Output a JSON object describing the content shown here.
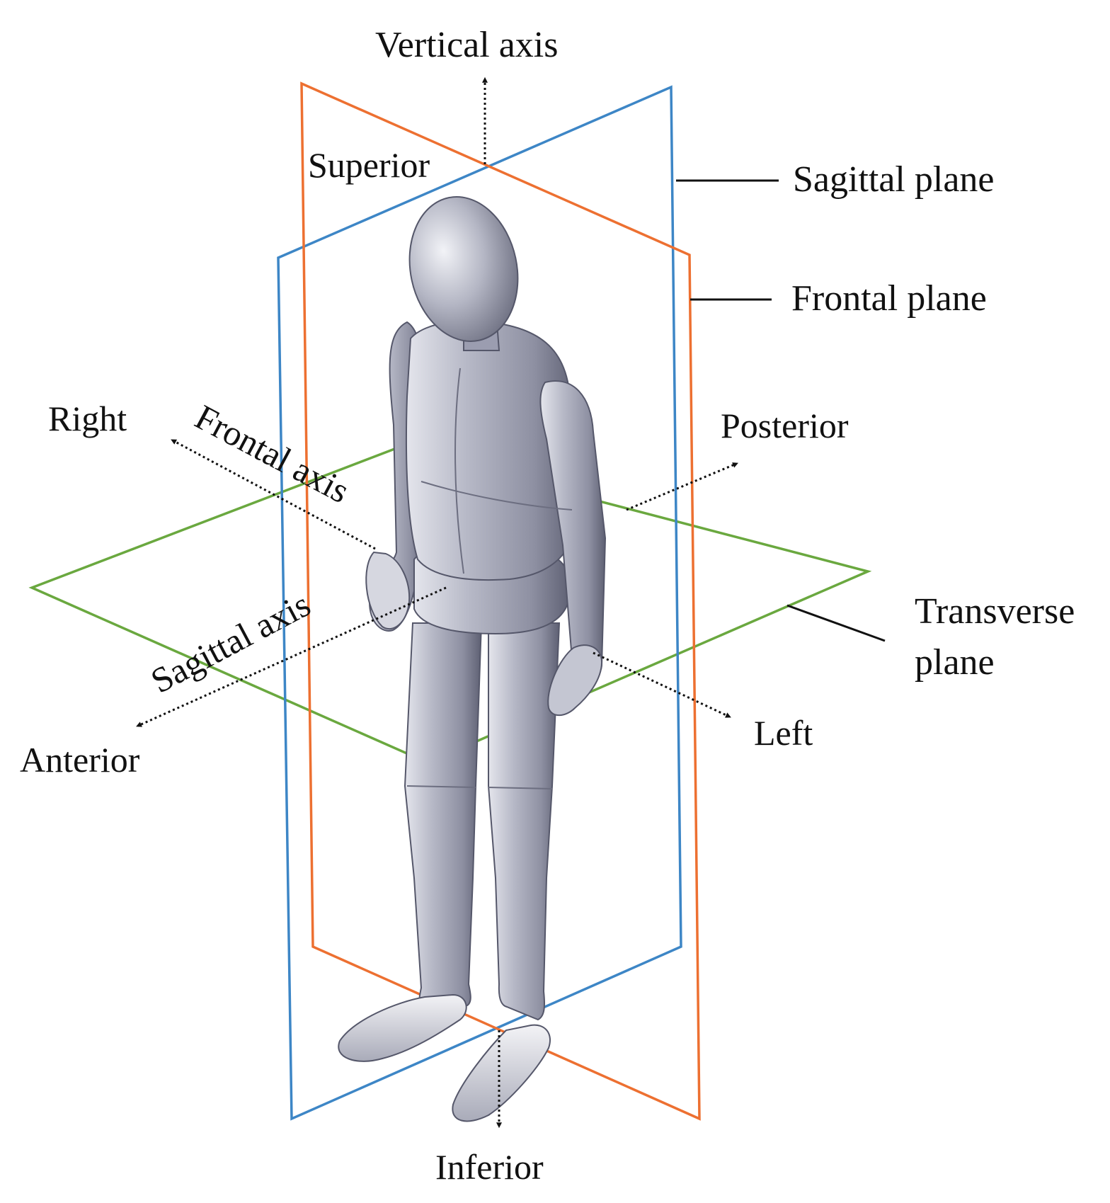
{
  "labels": {
    "vertical_axis": "Vertical axis",
    "superior": "Superior",
    "inferior": "Inferior",
    "right": "Right",
    "left": "Left",
    "anterior": "Anterior",
    "posterior": "Posterior",
    "frontal_axis": "Frontal axis",
    "sagittal_axis": "Sagittal axis"
  },
  "planes": {
    "sagittal": {
      "label": "Sagittal plane",
      "color": "#3d86c6"
    },
    "frontal": {
      "label": "Frontal plane",
      "color": "#ed7031"
    },
    "transverse": {
      "label_line1": "Transverse",
      "label_line2": "plane",
      "color": "#6aa83f"
    }
  },
  "colors": {
    "figure_body": "#a6a8b8",
    "figure_shadow": "#5e6073",
    "figure_highlight": "#e6e7ee",
    "axis_line": "#111111"
  }
}
